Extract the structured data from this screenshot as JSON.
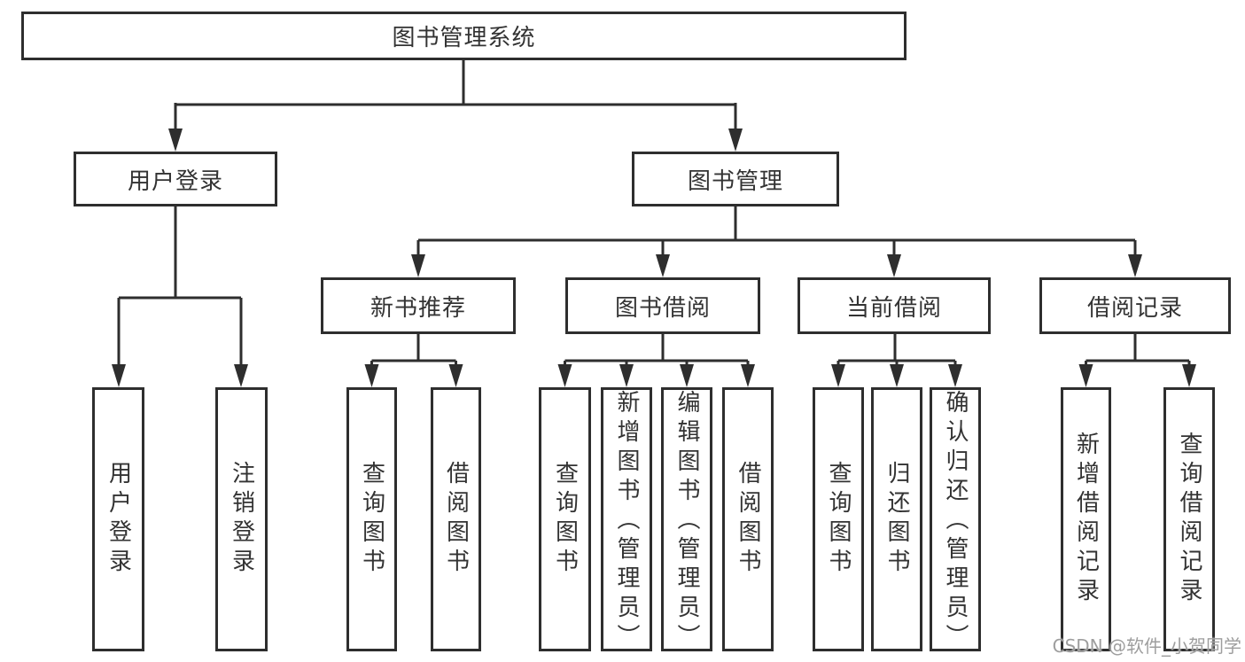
{
  "diagram": {
    "title": "图书管理系统",
    "level2": {
      "user_login": "用户登录",
      "book_management": "图书管理"
    },
    "level3": {
      "new_book_recommend": "新书推荐",
      "book_borrow": "图书借阅",
      "current_borrow": "当前借阅",
      "borrow_record": "借阅记录"
    },
    "leaves": {
      "login_user_login": "用户登录",
      "login_logout": "注销登录",
      "recommend_query_books": "查询图书",
      "recommend_borrow_books": "借阅图书",
      "borrow_query_books": "查询图书",
      "borrow_add_books": "新增图书（管理员）",
      "borrow_edit_books": "编辑图书（管理员）",
      "borrow_borrow_books": "借阅图书",
      "current_query_books": "查询图书",
      "current_return_books": "归还图书",
      "current_confirm_return": "确认归还（管理员）",
      "record_add_record": "新增借阅记录",
      "record_query_record": "查询借阅记录"
    }
  },
  "watermark": {
    "text": "CSDN @软件_小贺同学"
  },
  "colors": {
    "line": "#2e2e2e",
    "box_border": "#2e2e2e",
    "text": "#333333",
    "background": "#ffffff",
    "watermark": "#9e9e9e"
  }
}
